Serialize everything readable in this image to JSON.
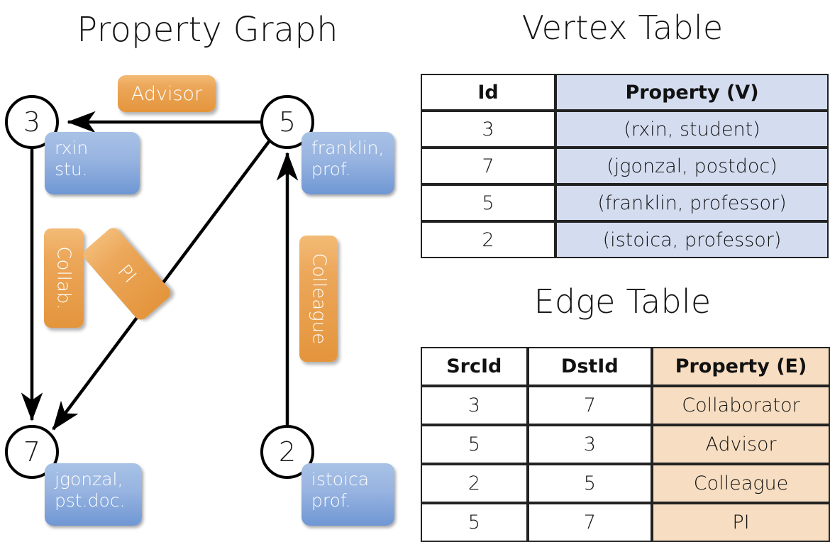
{
  "titles": {
    "property_graph": "Property Graph",
    "vertex_table": "Vertex Table",
    "edge_table": "Edge Table"
  },
  "graph": {
    "nodes": [
      {
        "id": "3",
        "label": "3",
        "property_line1": "rxin",
        "property_line2": "stu."
      },
      {
        "id": "5",
        "label": "5",
        "property_line1": "franklin,",
        "property_line2": "prof."
      },
      {
        "id": "7",
        "label": "7",
        "property_line1": "jgonzal,",
        "property_line2": "pst.doc."
      },
      {
        "id": "2",
        "label": "2",
        "property_line1": "istoica",
        "property_line2": "prof."
      }
    ],
    "edges": [
      {
        "src": "5",
        "dst": "3",
        "label": "Advisor"
      },
      {
        "src": "3",
        "dst": "7",
        "label": "Collab."
      },
      {
        "src": "5",
        "dst": "7",
        "label": "PI"
      },
      {
        "src": "2",
        "dst": "5",
        "label": "Colleague"
      }
    ]
  },
  "vertex_table": {
    "headers": [
      "Id",
      "Property (V)"
    ],
    "rows": [
      {
        "id": "3",
        "property": "(rxin, student)"
      },
      {
        "id": "7",
        "property": "(jgonzal, postdoc)"
      },
      {
        "id": "5",
        "property": "(franklin, professor)"
      },
      {
        "id": "2",
        "property": "(istoica, professor)"
      }
    ]
  },
  "edge_table": {
    "headers": [
      "SrcId",
      "DstId",
      "Property (E)"
    ],
    "rows": [
      {
        "src": "3",
        "dst": "7",
        "property": "Collaborator"
      },
      {
        "src": "5",
        "dst": "3",
        "property": "Advisor"
      },
      {
        "src": "2",
        "dst": "5",
        "property": "Colleague"
      },
      {
        "src": "5",
        "dst": "7",
        "property": "PI"
      }
    ]
  },
  "colors": {
    "vertex_header_fill": "#d4ddf0",
    "edge_header_fill": "#f7dec2",
    "node_box_blue": "#97b3e0",
    "edge_label_orange": "#eca css"
  }
}
